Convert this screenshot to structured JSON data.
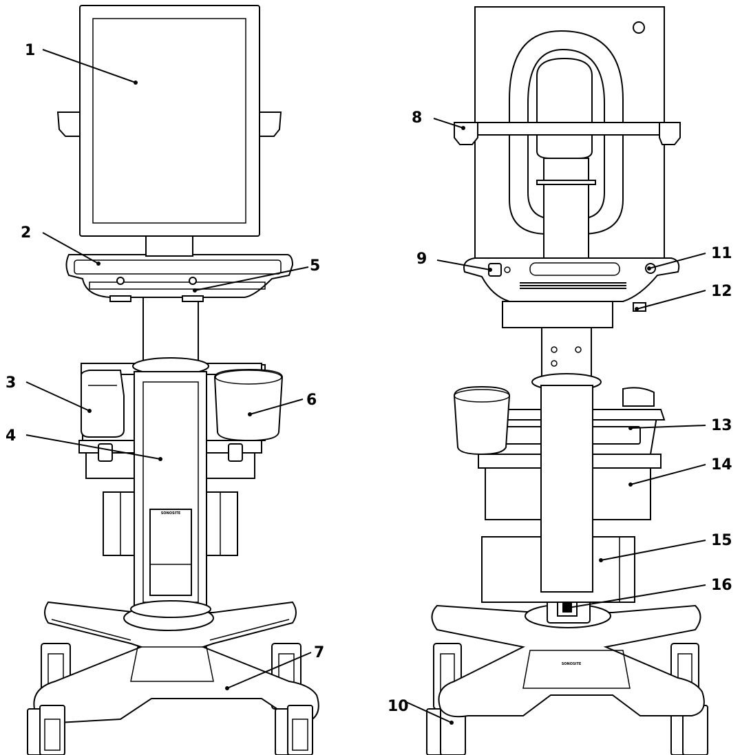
{
  "callouts": {
    "c1": "1",
    "c2": "2",
    "c3": "3",
    "c4": "4",
    "c5": "5",
    "c6": "6",
    "c7": "7",
    "c8": "8",
    "c9": "9",
    "c10": "10",
    "c11": "11",
    "c12": "12",
    "c13": "13",
    "c14": "14",
    "c15": "15",
    "c16": "16"
  },
  "brand": {
    "front": "SONOSITE",
    "rear": "SONOSITE"
  }
}
